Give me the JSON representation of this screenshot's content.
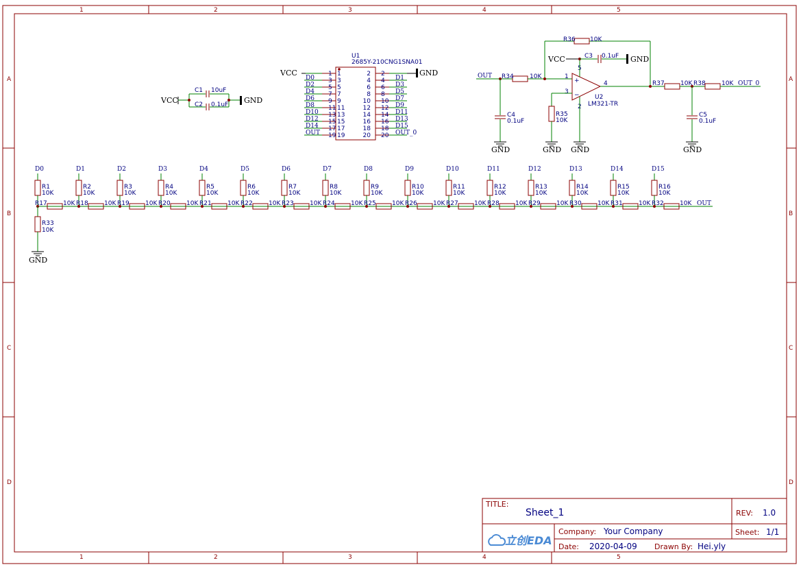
{
  "frame": {
    "columns": [
      "1",
      "2",
      "3",
      "4",
      "5"
    ],
    "rows": [
      "A",
      "B",
      "C",
      "D"
    ]
  },
  "power": {
    "vcc": "VCC",
    "gnd": "GND"
  },
  "decoupling": {
    "c1": {
      "ref": "C1",
      "value": "10uF"
    },
    "c2": {
      "ref": "C2",
      "value": "0.1uF"
    }
  },
  "u1": {
    "ref": "U1",
    "part": "2685Y-210CNG1SNA01",
    "left_pins": [
      {
        "net": "VCC",
        "pin": "1",
        "num": "1"
      },
      {
        "net": "D0",
        "pin": "3",
        "num": "3"
      },
      {
        "net": "D2",
        "pin": "5",
        "num": "5"
      },
      {
        "net": "D4",
        "pin": "7",
        "num": "7"
      },
      {
        "net": "D6",
        "pin": "9",
        "num": "9"
      },
      {
        "net": "D8",
        "pin": "11",
        "num": "11"
      },
      {
        "net": "D10",
        "pin": "13",
        "num": "13"
      },
      {
        "net": "D12",
        "pin": "15",
        "num": "15"
      },
      {
        "net": "D14",
        "pin": "17",
        "num": "17"
      },
      {
        "net": "OUT",
        "pin": "19",
        "num": "19"
      }
    ],
    "right_pins": [
      {
        "net": "GND",
        "pin": "2",
        "num": "2"
      },
      {
        "net": "D1",
        "pin": "4",
        "num": "4"
      },
      {
        "net": "D3",
        "pin": "6",
        "num": "6"
      },
      {
        "net": "D5",
        "pin": "8",
        "num": "8"
      },
      {
        "net": "D7",
        "pin": "10",
        "num": "10"
      },
      {
        "net": "D9",
        "pin": "12",
        "num": "12"
      },
      {
        "net": "D11",
        "pin": "14",
        "num": "14"
      },
      {
        "net": "D13",
        "pin": "16",
        "num": "16"
      },
      {
        "net": "D15",
        "pin": "18",
        "num": "18"
      },
      {
        "net": "OUT_0",
        "pin": "20",
        "num": "20"
      }
    ]
  },
  "amp": {
    "u2_ref": "U2",
    "u2_part": "LM321-TR",
    "in_net": "OUT",
    "out_net": "OUT_0",
    "r34": {
      "ref": "R34",
      "value": "10K"
    },
    "r35": {
      "ref": "R35",
      "value": "10K"
    },
    "r36": {
      "ref": "R36",
      "value": "10K"
    },
    "r37": {
      "ref": "R37",
      "value": "10K"
    },
    "r38": {
      "ref": "R38",
      "value": "10K"
    },
    "c3": {
      "ref": "C3",
      "value": "0.1uF"
    },
    "c4": {
      "ref": "C4",
      "value": "0.1uF"
    },
    "c5": {
      "ref": "C5",
      "value": "0.1uF"
    },
    "pin_plus": "1",
    "pin_minus": "3",
    "pin_out": "4",
    "pin_vcc": "5",
    "pin_gnd": "2",
    "sym_plus": "+",
    "sym_minus": "−"
  },
  "ladder": {
    "out_net": "OUT",
    "nets": [
      "D0",
      "D1",
      "D2",
      "D3",
      "D4",
      "D5",
      "D6",
      "D7",
      "D8",
      "D9",
      "D10",
      "D11",
      "D12",
      "D13",
      "D14",
      "D15"
    ],
    "vertical": [
      {
        "ref": "R1",
        "value": "10K"
      },
      {
        "ref": "R2",
        "value": "10K"
      },
      {
        "ref": "R3",
        "value": "10K"
      },
      {
        "ref": "R4",
        "value": "10K"
      },
      {
        "ref": "R5",
        "value": "10K"
      },
      {
        "ref": "R6",
        "value": "10K"
      },
      {
        "ref": "R7",
        "value": "10K"
      },
      {
        "ref": "R8",
        "value": "10K"
      },
      {
        "ref": "R9",
        "value": "10K"
      },
      {
        "ref": "R10",
        "value": "10K"
      },
      {
        "ref": "R11",
        "value": "10K"
      },
      {
        "ref": "R12",
        "value": "10K"
      },
      {
        "ref": "R13",
        "value": "10K"
      },
      {
        "ref": "R14",
        "value": "10K"
      },
      {
        "ref": "R15",
        "value": "10K"
      },
      {
        "ref": "R16",
        "value": "10K"
      }
    ],
    "horizontal": [
      {
        "ref": "R17",
        "value": "10K"
      },
      {
        "ref": "R18",
        "value": "10K"
      },
      {
        "ref": "R19",
        "value": "10K"
      },
      {
        "ref": "R20",
        "value": "10K"
      },
      {
        "ref": "R21",
        "value": "10K"
      },
      {
        "ref": "R22",
        "value": "10K"
      },
      {
        "ref": "R23",
        "value": "10K"
      },
      {
        "ref": "R24",
        "value": "10K"
      },
      {
        "ref": "R25",
        "value": "10K"
      },
      {
        "ref": "R26",
        "value": "10K"
      },
      {
        "ref": "R27",
        "value": "10K"
      },
      {
        "ref": "R28",
        "value": "10K"
      },
      {
        "ref": "R29",
        "value": "10K"
      },
      {
        "ref": "R30",
        "value": "10K"
      },
      {
        "ref": "R31",
        "value": "10K"
      },
      {
        "ref": "R32",
        "value": "10K"
      }
    ],
    "r33": {
      "ref": "R33",
      "value": "10K"
    }
  },
  "titleblock": {
    "title_label": "TITLE:",
    "title": "Sheet_1",
    "rev_label": "REV:",
    "rev": "1.0",
    "company_label": "Company:",
    "company": "Your Company",
    "sheet_label": "Sheet:",
    "sheet": "1/1",
    "date_label": "Date:",
    "date": "2020-04-09",
    "drawn_label": "Drawn By:",
    "drawn": "Hei.yly",
    "logo_text": "立创EDA"
  },
  "colors": {
    "frame": "#8b0000",
    "wire": "#008000",
    "text": "#000080",
    "logo": "#4a8ad4"
  }
}
